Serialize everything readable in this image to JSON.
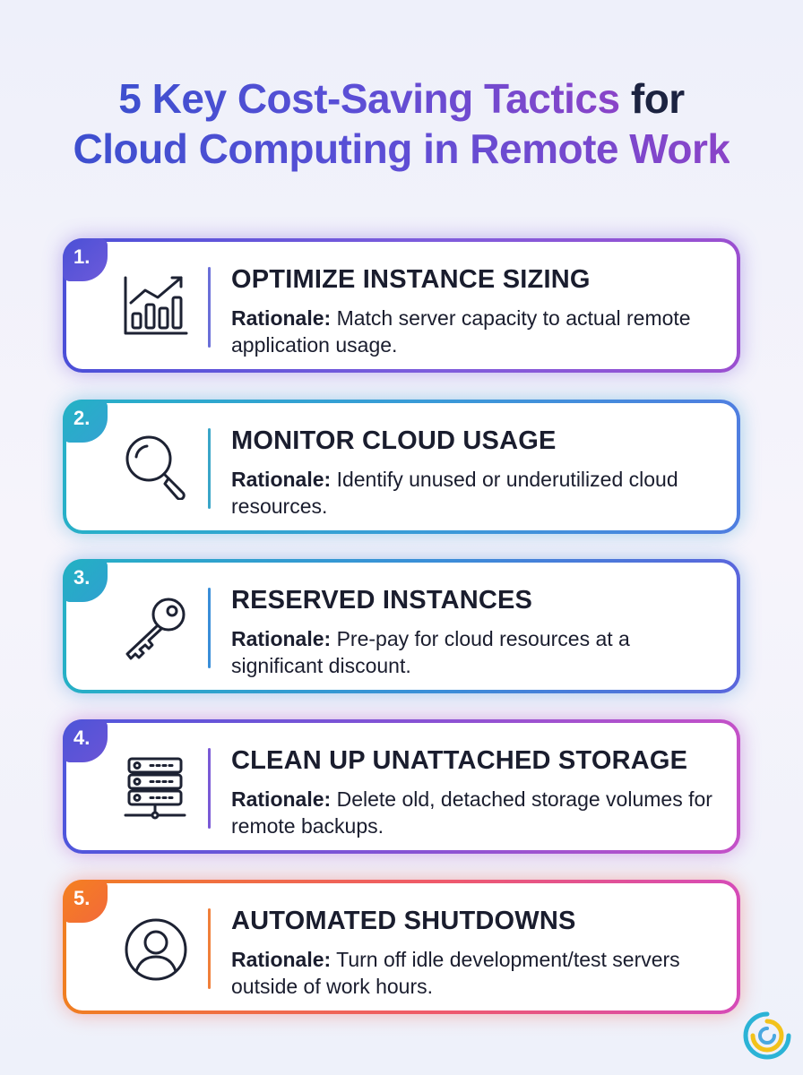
{
  "title": {
    "line1_colored": "5 Key Cost-Saving Tactics",
    "line1_plain": " for",
    "line2": "Cloud Computing in Remote Work"
  },
  "rationale_label": "Rationale:",
  "tactics": [
    {
      "number": "1.",
      "icon": "bar-chart-growth-icon",
      "heading": "OPTIMIZE INSTANCE SIZING",
      "rationale": " Match server capacity to actual remote application usage."
    },
    {
      "number": "2.",
      "icon": "magnifying-glass-icon",
      "heading": "MONITOR CLOUD USAGE",
      "rationale": " Identify unused or underutilized cloud resources."
    },
    {
      "number": "3.",
      "icon": "key-icon",
      "heading": "RESERVED INSTANCES",
      "rationale": " Pre-pay for cloud resources at a significant discount."
    },
    {
      "number": "4.",
      "icon": "server-stack-icon",
      "heading": "CLEAN UP UNATTACHED STORAGE",
      "rationale": " Delete old, detached storage volumes for remote backups."
    },
    {
      "number": "5.",
      "icon": "user-circle-icon",
      "heading": "AUTOMATED SHUTDOWNS",
      "rationale": " Turn off idle development/test servers outside of work hours."
    }
  ],
  "colors": {
    "title_gradient": [
      "#3d4fcf",
      "#8a44c8"
    ],
    "card_1": "#7e5cdc",
    "card_2": "#3a9ad8",
    "card_3": "#3a8ed8",
    "card_4": "#8a52d4",
    "card_5": "#ef5a6a"
  },
  "logo_icon": "swirl-logo-icon"
}
